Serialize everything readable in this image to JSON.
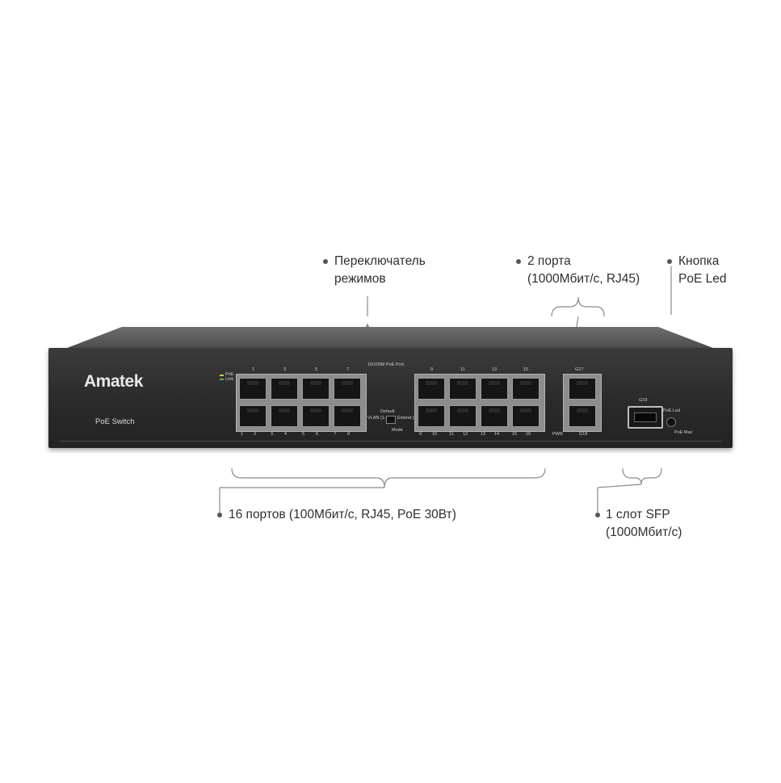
{
  "device": {
    "brand": "Amatek",
    "model": "PoE Switch",
    "led_legend": [
      "PoE",
      "Link"
    ],
    "port_header": "10/100M PoE Port",
    "top_numbers_left": [
      "1",
      "3",
      "5",
      "7"
    ],
    "top_numbers_right": [
      "9",
      "11",
      "13",
      "15"
    ],
    "bottom_numbers": [
      "1",
      "2",
      "3",
      "4",
      "5",
      "6",
      "7",
      "8",
      "9",
      "10",
      "11",
      "12",
      "13",
      "14",
      "15",
      "16"
    ],
    "mode_labels": {
      "vlan": "VLAN (1-16)",
      "default": "Default",
      "extend": "Extend (1-16)",
      "mode": "Mode"
    },
    "uplink_labels": {
      "g17": "G17",
      "g18": "G18",
      "pwr": "PWR"
    },
    "sfp_labels": {
      "g19": "G19",
      "poe_led": "PoE Led",
      "poe_max": "PoE Max"
    }
  },
  "callouts": {
    "mode_switch": [
      "Переключатель",
      "режимов"
    ],
    "uplink_ports": [
      "2 порта",
      "(1000Мбит/с, RJ45)"
    ],
    "poe_led_button": [
      "Кнопка",
      "PoE Led"
    ],
    "poe_ports": [
      "16 портов (100Мбит/с, RJ45, PoE 30Вт)"
    ],
    "sfp_slot": [
      "1 слот SFP",
      "(1000Мбит/с)"
    ]
  }
}
